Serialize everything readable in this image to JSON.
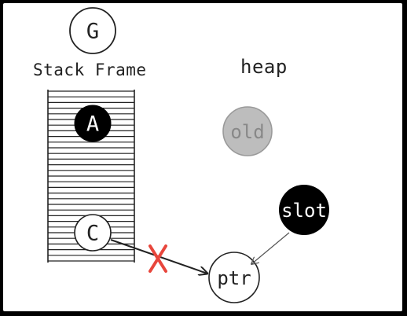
{
  "labels": {
    "g_node": "G",
    "stack_frame": "Stack Frame",
    "heap": "heap",
    "node_a": "A",
    "node_c": "C",
    "node_old": "old",
    "node_slot": "slot",
    "node_ptr": "ptr"
  },
  "colors": {
    "outline": "#222222",
    "filled_node": "#000000",
    "old_fill": "#bdbdbd",
    "old_text": "#888888",
    "cross": "#e8463c",
    "background": "#ffffff"
  }
}
